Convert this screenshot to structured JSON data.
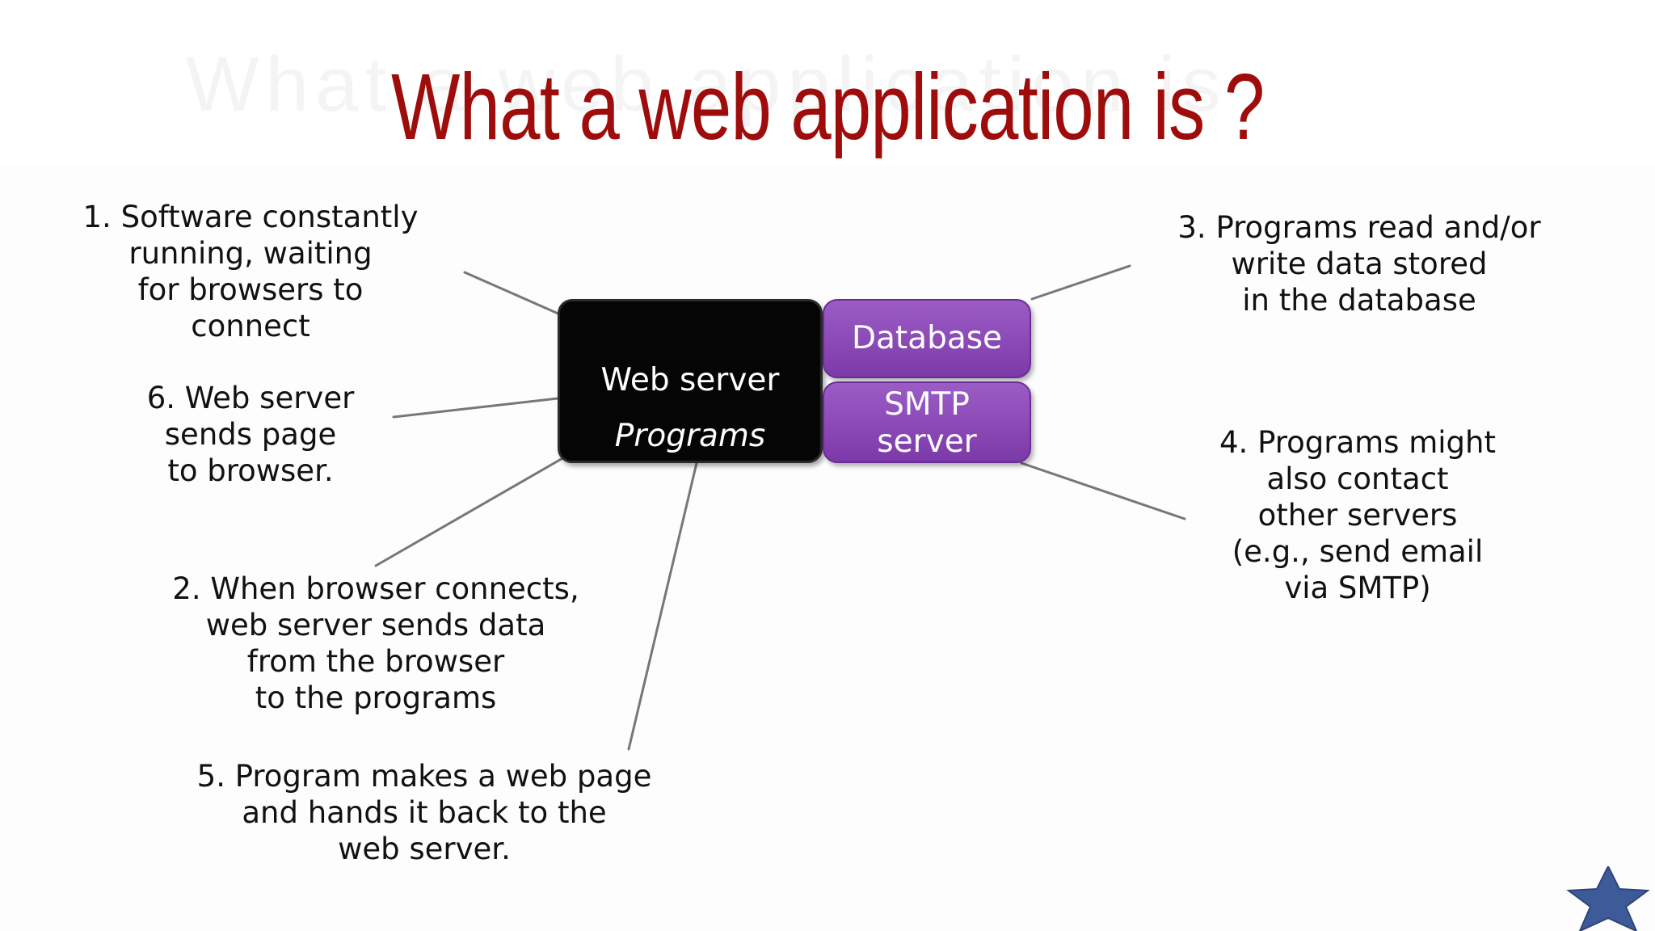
{
  "slide": {
    "title": "What a web application is ?",
    "ghost_title": "What a web application is"
  },
  "boxes": {
    "web_server_label": "Web server",
    "programs_label": "Programs",
    "database_label": "Database",
    "smtp_label": "SMTP\nserver"
  },
  "notes": {
    "note1": "1. Software constantly\nrunning, waiting\nfor browsers to\nconnect",
    "note2": "2. When browser connects,\nweb server sends data\nfrom the browser\nto the programs",
    "note3": "3. Programs read and/or\nwrite data stored\nin the database",
    "note4": "4. Programs might\nalso contact\nother servers\n(e.g., send email\nvia SMTP)",
    "note5": "5. Program makes a web page\nand hands it back to the\nweb server.",
    "note6": "6. Web server\nsends page\nto browser."
  },
  "colors": {
    "title": "#9e0c0c",
    "web_server_box": "#050505",
    "purple_box": "#8a47b6",
    "connector": "#777777",
    "star": "#3d5a99"
  },
  "icons": {
    "corner": "star-icon"
  }
}
